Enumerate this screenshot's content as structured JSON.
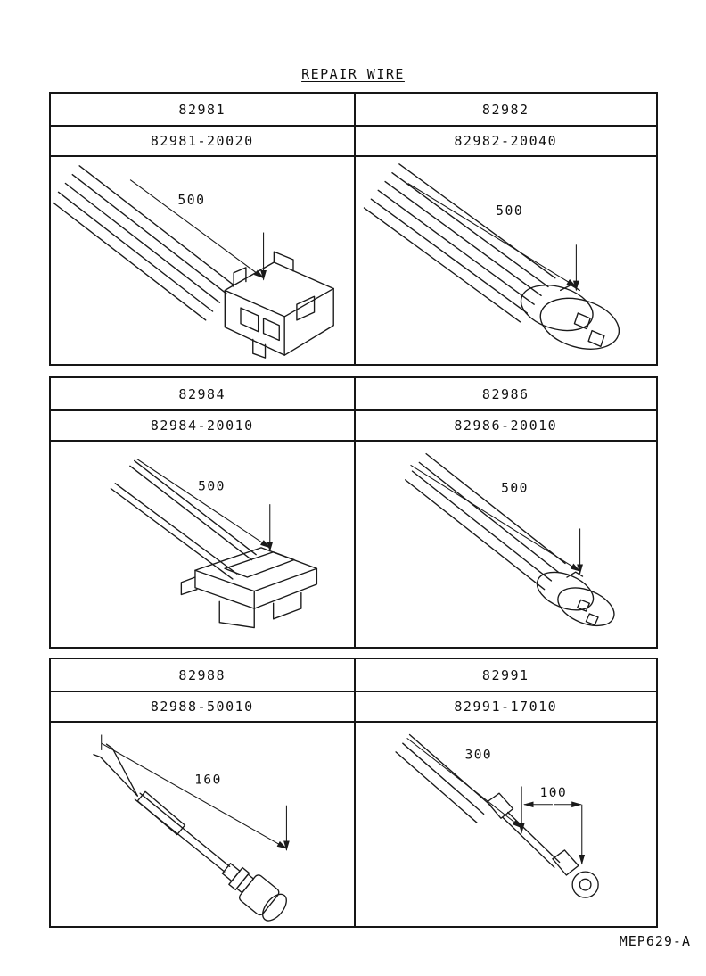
{
  "page": {
    "title": "REPAIR WIRE",
    "footer_code": "MEP629-A"
  },
  "blocks": [
    {
      "cells": [
        {
          "part": "82981",
          "subpart": "82981-20020",
          "dim": "500"
        },
        {
          "part": "82982",
          "subpart": "82982-20040",
          "dim": "500"
        }
      ]
    },
    {
      "cells": [
        {
          "part": "82984",
          "subpart": "82984-20010",
          "dim": "500"
        },
        {
          "part": "82986",
          "subpart": "82986-20010",
          "dim": "500"
        }
      ]
    },
    {
      "cells": [
        {
          "part": "82988",
          "subpart": "82988-50010",
          "dim": "160"
        },
        {
          "part": "82991",
          "subpart": "82991-17010",
          "dim": "300",
          "dim2": "100"
        }
      ]
    }
  ]
}
